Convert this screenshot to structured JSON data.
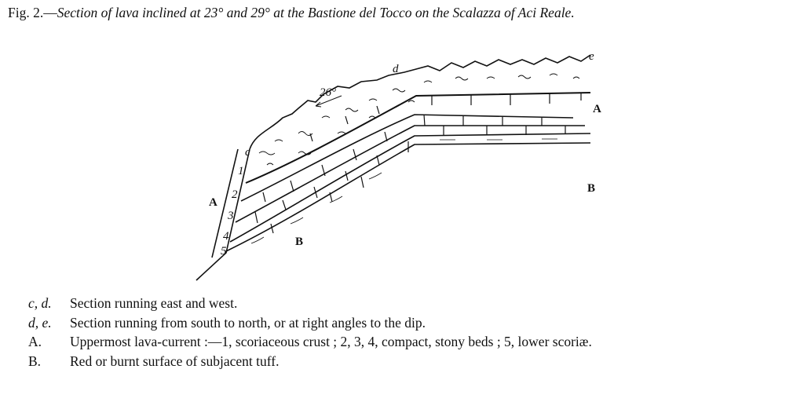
{
  "caption": {
    "prefix": "Fig. 2.—",
    "title": "Section of lava inclined at 23° and 29° at the Bastione del Tocco on the Scalazza of Aci Reale."
  },
  "diagram": {
    "labels": {
      "c": "c",
      "d": "d",
      "e": "e",
      "angle": "26°",
      "A_left": "A",
      "A_right": "A",
      "B_left": "B",
      "B_right": "B",
      "beds": [
        "1",
        "2",
        "3",
        "4",
        "5"
      ]
    }
  },
  "legend": [
    {
      "key": "c, d.",
      "italic": true,
      "text": "Section running east and west."
    },
    {
      "key": "d, e.",
      "italic": true,
      "text": "Section running from south to north, or at right angles to the dip."
    },
    {
      "key": "A.",
      "italic": false,
      "text": "Uppermost lava-current :—1, scoriaceous crust ; 2, 3, 4, compact, stony beds ; 5, lower scoriæ."
    },
    {
      "key": "B.",
      "italic": false,
      "text": "Red or burnt surface of subjacent tuff."
    }
  ]
}
